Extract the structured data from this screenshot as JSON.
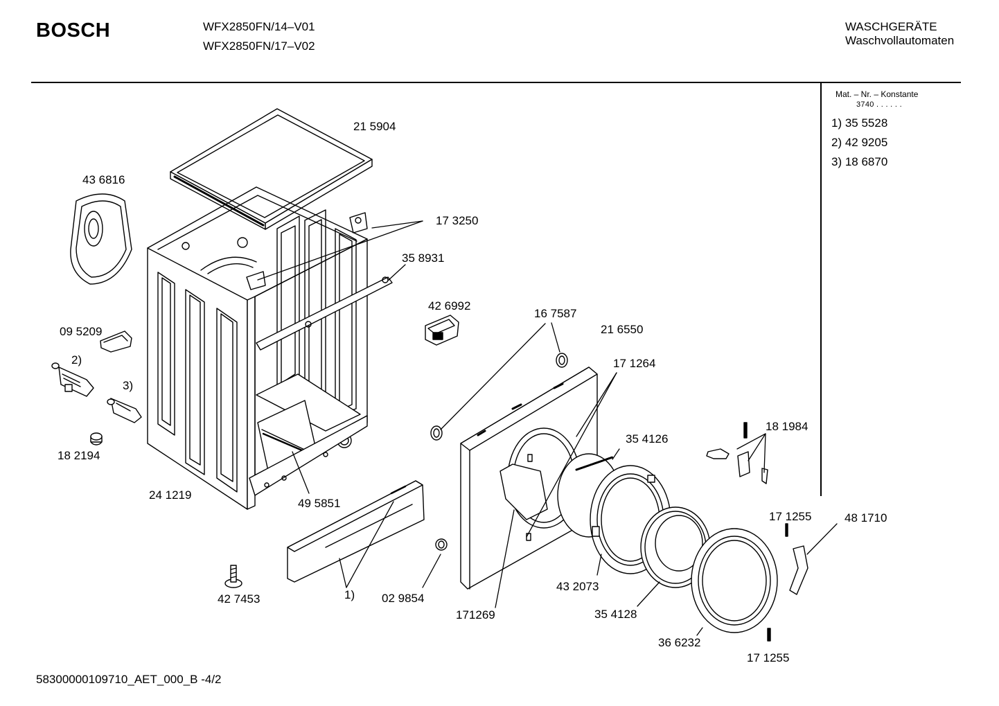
{
  "header": {
    "brand": "BOSCH",
    "models": [
      "WFX2850FN/14–V01",
      "WFX2850FN/17–V02"
    ],
    "category": "WASCHGERÄTE",
    "subcategory": "Waschvollautomaten"
  },
  "sidebar": {
    "heading": "Mat. – Nr. – Konstante",
    "constant": "3740  .  .   .  .  .  .",
    "items": [
      "1) 35 5528",
      "2) 42 9205",
      "3) 18 6870"
    ]
  },
  "parts": {
    "p215904": "21 5904",
    "p436816": "43 6816",
    "p173250": "17 3250",
    "p358931": "35 8931",
    "p426992": "42 6992",
    "p167587": "16 7587",
    "p216550": "21 6550",
    "p171264": "17 1264",
    "p095209": "09 5209",
    "ref2": "2)",
    "ref3": "3)",
    "p182194": "18 2194",
    "p241219": "24 1219",
    "p495851": "49 5851",
    "p354126": "35 4126",
    "p181984": "18 1984",
    "p171255a": "17 1255",
    "p481710": "48 1710",
    "p432073": "43 2073",
    "p427453": "42 7453",
    "ref1": "1)",
    "p029854": "02 9854",
    "p171269": "171269",
    "p354128": "35 4128",
    "p366232": "36 6232",
    "p171255b": "17 1255"
  },
  "footer": {
    "code": "58300000109710_AET_000_B -4/2"
  }
}
